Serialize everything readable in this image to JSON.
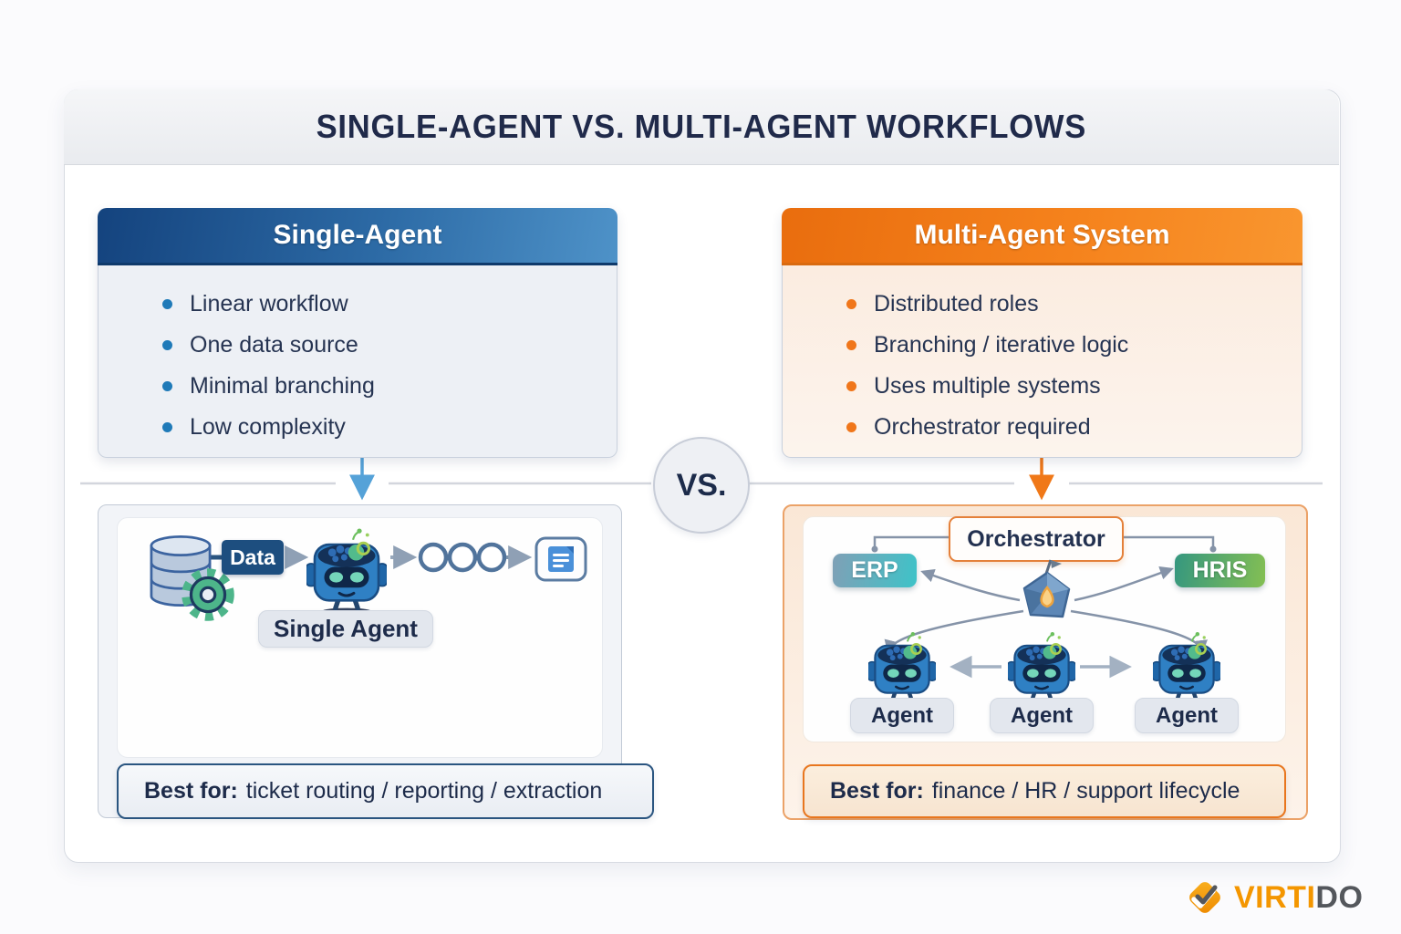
{
  "title": "SINGLE-AGENT VS. MULTI-AGENT WORKFLOWS",
  "vs_label": "VS.",
  "left_card": {
    "header": "Single-Agent",
    "bullets": [
      "Linear workflow",
      "One data source",
      "Minimal branching",
      "Low complexity"
    ]
  },
  "right_card": {
    "header": "Multi-Agent System",
    "bullets": [
      "Distributed roles",
      "Branching / iterative logic",
      "Uses multiple systems",
      "Orchestrator required"
    ]
  },
  "left_diagram": {
    "data_label": "Data",
    "agent_label": "Single Agent",
    "best_for_label": "Best for:",
    "best_for_text": "ticket routing / reporting / extraction"
  },
  "right_diagram": {
    "orchestrator_label": "Orchestrator",
    "erp_label": "ERP",
    "hris_label": "HRIS",
    "agents": [
      "Agent",
      "Agent",
      "Agent"
    ],
    "best_for_label": "Best for:",
    "best_for_text": "finance / HR / support lifecycle"
  },
  "logo": {
    "brand_part1": "VIRTI",
    "brand_part2": "DO"
  },
  "colors": {
    "blue_header_start": "#14437e",
    "blue_header_end": "#4e92c8",
    "orange_header_start": "#e96d0e",
    "orange_header_end": "#f9962f",
    "navy_text": "#202a4a",
    "blue_accent": "#1f7ab8",
    "orange_accent": "#f0761a",
    "erp_teal": "#3ec3c8",
    "hris_green": "#84bf53",
    "logo_orange": "#f49600",
    "logo_gray": "#54575c"
  }
}
